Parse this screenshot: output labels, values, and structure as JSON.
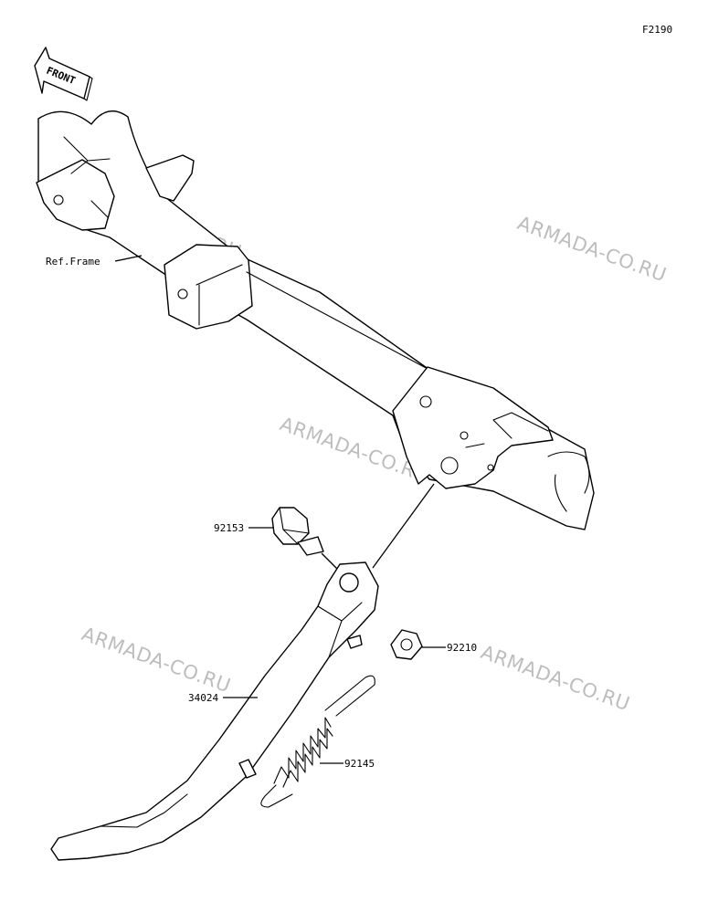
{
  "diagram_code": "F2190",
  "front_marker": "FRONT",
  "watermark": "ARMADA-CO.RU",
  "labels": {
    "ref_frame": "Ref.Frame",
    "bolt": "92153",
    "nut": "92210",
    "side_stand": "34024",
    "spring": "92145"
  }
}
